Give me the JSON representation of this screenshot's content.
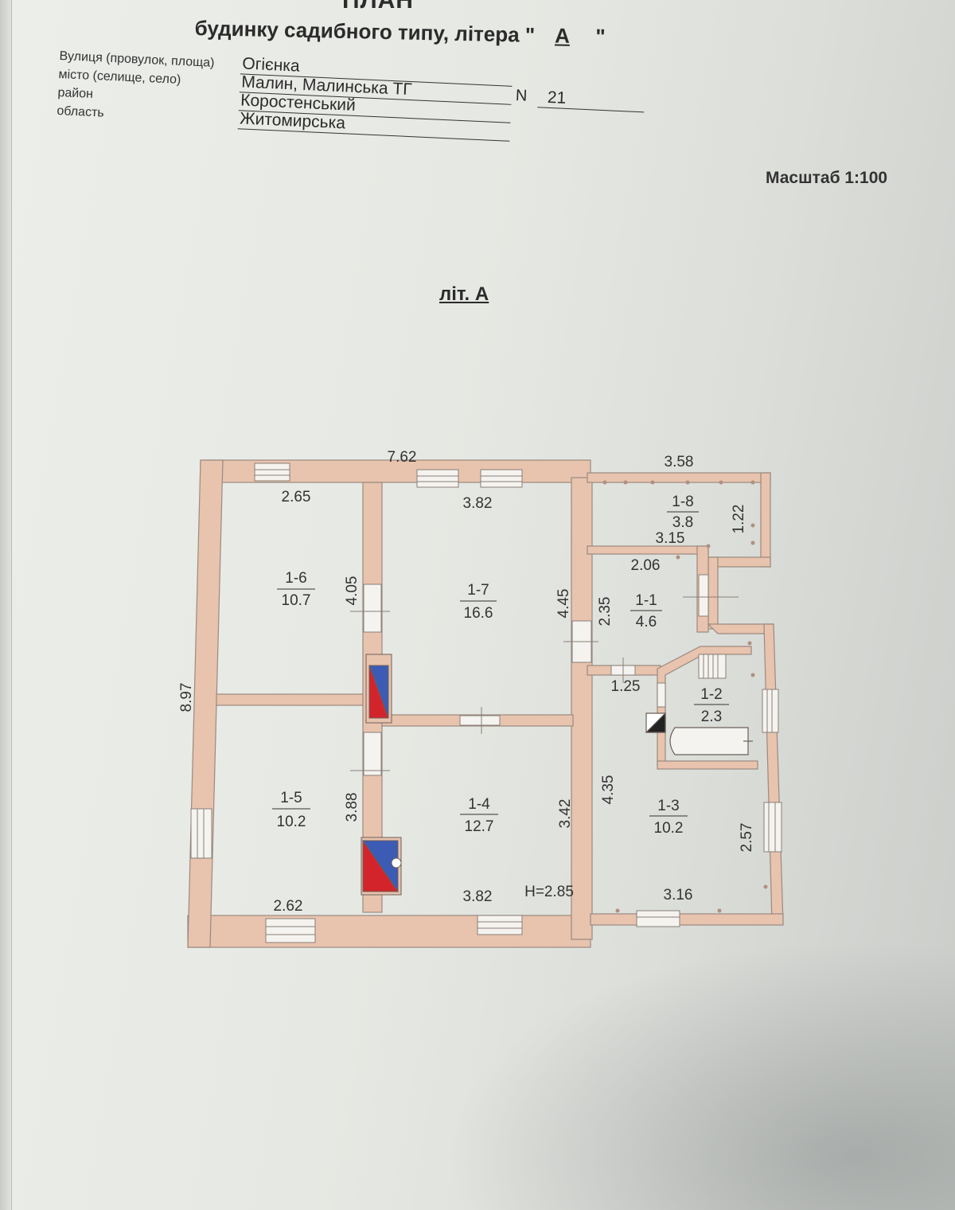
{
  "header": {
    "title": "ПЛАН",
    "subtitle": "будинку садибного типу, літера \"",
    "litera": "А",
    "subtitle_end": "\""
  },
  "address": {
    "street_label": "Вулиця (провулок, площа)",
    "street_value": "Огієнка",
    "city_label": "місто (селище, село)",
    "city_value": "Малин,  Малинська ТГ",
    "number_label": "N",
    "number_value": "21",
    "district_label": "район",
    "district_value": "Коростенський",
    "region_label": "область",
    "region_value": "Житомирська"
  },
  "scale": "Масштаб 1:100",
  "section_title": "літ. А",
  "rooms": [
    {
      "id": "1-6",
      "area": "10.7"
    },
    {
      "id": "1-7",
      "area": "16.6"
    },
    {
      "id": "1-8",
      "area": "3.8"
    },
    {
      "id": "1-1",
      "area": "4.6"
    },
    {
      "id": "1-2",
      "area": "2.3"
    },
    {
      "id": "1-5",
      "area": "10.2"
    },
    {
      "id": "1-4",
      "area": "12.7"
    },
    {
      "id": "1-3",
      "area": "10.2"
    }
  ],
  "dimensions": [
    "7.62",
    "3.58",
    "2.65",
    "3.82",
    "3.15",
    "1.22",
    "2.06",
    "4.05",
    "4.45",
    "2.35",
    "1.25",
    "8.97",
    "3.88",
    "3.42",
    "4.35",
    "2.57",
    "2.62",
    "3.82",
    "3.16"
  ],
  "height_note": "H=2.85",
  "colors": {
    "wall": "#e8c3ae",
    "wall_outline": "#9a8a80",
    "stove_blue": "#3b5bb5",
    "stove_red": "#d4242b"
  }
}
